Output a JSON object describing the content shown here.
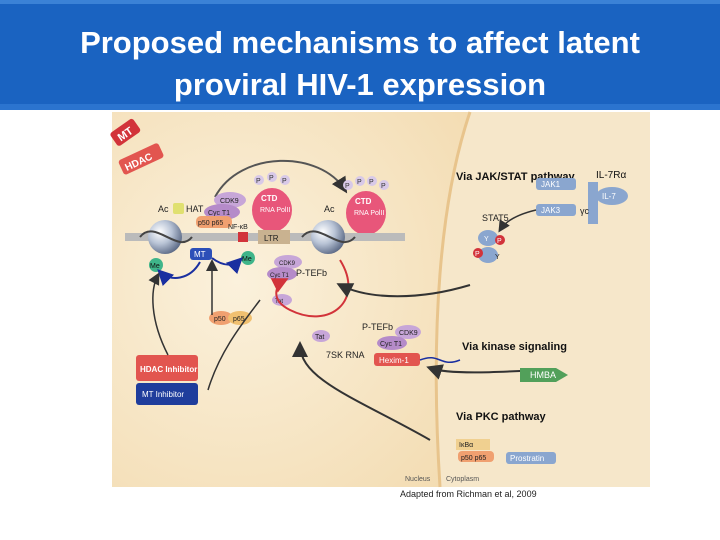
{
  "slide": {
    "title_line1": "Proposed mechanisms to affect latent",
    "title_line2": "proviral HIV-1 expression",
    "credit": "Adapted from Richman et al, 2009"
  },
  "labels": {
    "mt_tag": "MT",
    "hdac_tag": "HDAC",
    "ac_left": "Ac",
    "hat": "HAT",
    "cdk9_top": "CDK9",
    "cyct1_top": "Cyc T1",
    "p50p65_top": "p50 p65",
    "nfkb": "NF-κB",
    "ctd_left": "CTD",
    "rna_pol_left": "RNA PolII",
    "ac_right": "Ac",
    "ctd_right": "CTD",
    "rna_pol_right": "RNA PolII",
    "p": "P",
    "ltr": "LTR",
    "mt_node": "MT",
    "me_left": "Me",
    "me_right": "Me",
    "cdk9_mid": "CDK9",
    "cyct1_mid": "Cyc T1",
    "ptefb_mid": "P-TEFb",
    "tat_small": "Tat",
    "p50": "p50",
    "p65": "p65",
    "tat": "Tat",
    "ptefb_lower": "P-TEFb",
    "cdk9_lower": "CDK9",
    "cyct1_lower": "Cyc T1",
    "rna7sk": "7SK RNA",
    "hexim": "Hexim-1",
    "hdac_inhibitor": "HDAC Inhibitor",
    "mt_inhibitor": "MT Inhibitor",
    "jakstat": "Via JAK/STAT pathway",
    "il7ra": "IL-7Rα",
    "il7": "IL-7",
    "jak1": "JAK1",
    "jak3": "JAK3",
    "gamma_c": "γc",
    "stat5": "STAT5",
    "y": "Y",
    "kinase": "Via kinase signaling",
    "hmba": "HMBA",
    "pkc": "Via PKC pathway",
    "ikba": "IκBα",
    "p50p65_bottom": "p50 p65",
    "prostratin": "Prostratin",
    "nucleus": "Nucleus",
    "cytoplasm": "Cytoplasm"
  },
  "colors": {
    "title_bar": "#1a63c1",
    "nucleus_bg": "#f5e4c4",
    "cytoplasm_bg": "#f8d8a8",
    "red_box": "#e2554f",
    "green_box": "#52a05a",
    "blue_box": "#8aa6cf"
  }
}
